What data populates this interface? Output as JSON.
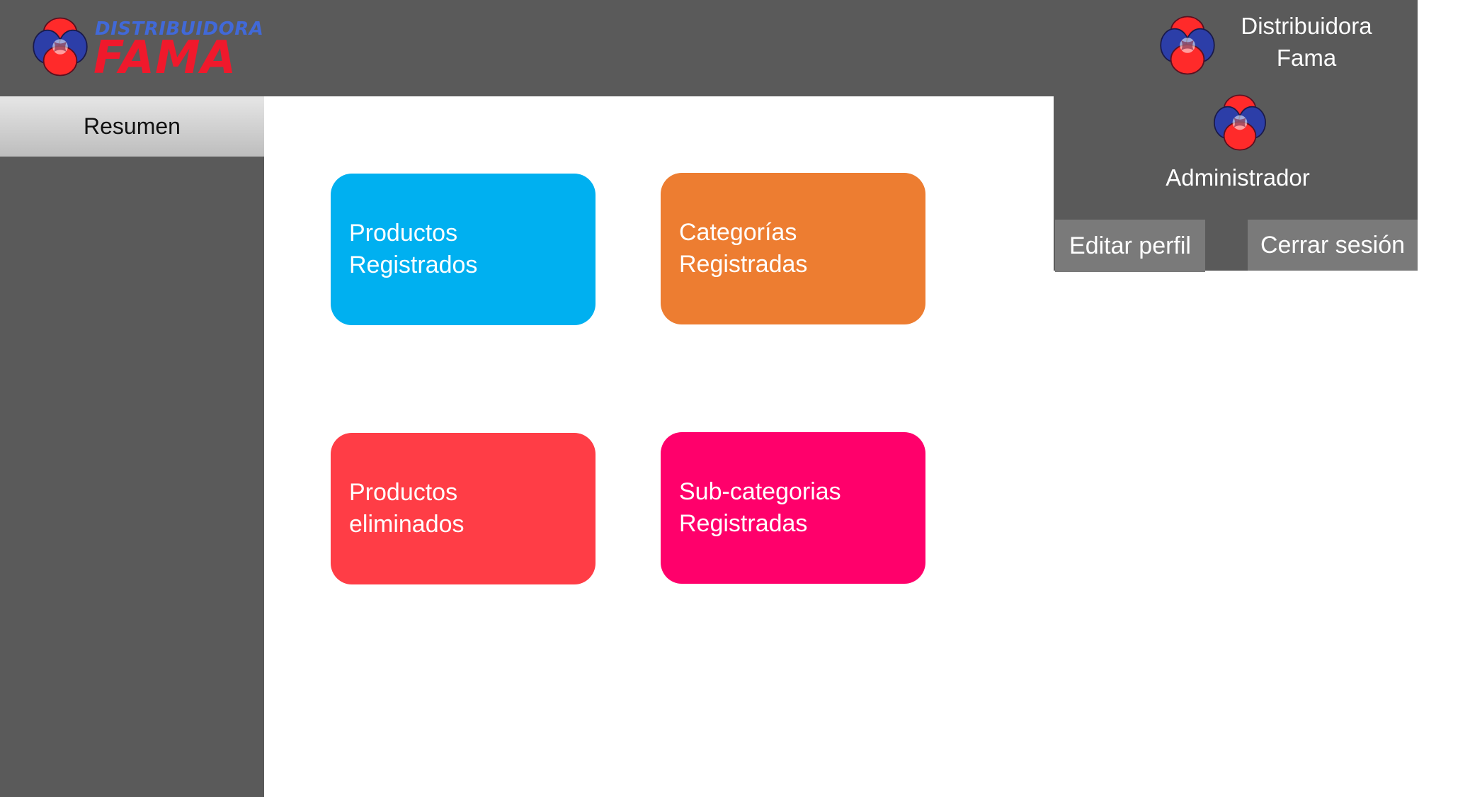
{
  "brand": {
    "line1": "DISTRIBUIDORA",
    "line2": "FAMA",
    "logo_icon": "fama-logo-icon"
  },
  "sidebar": {
    "items": [
      {
        "label": "Resumen"
      }
    ]
  },
  "user_panel": {
    "org_name_line1": "Distribuidora",
    "org_name_line2": "Fama",
    "role": "Administrador",
    "edit_profile_label": "Editar perfil",
    "logout_label": "Cerrar sesión"
  },
  "cards": [
    {
      "line1": "Productos",
      "line2": "Registrados",
      "color": "#00b0f0"
    },
    {
      "line1": "Categorías",
      "line2": "Registradas",
      "color": "#ed7d31"
    },
    {
      "line1": "Productos",
      "line2": "eliminados",
      "color": "#ff3d46"
    },
    {
      "line1": "Sub-categorias",
      "line2": "Registradas",
      "color": "#ff006b"
    }
  ],
  "colors": {
    "bar": "#5a5a5a",
    "button": "#7a7a7a",
    "logo_red": "#f0192c",
    "logo_blue": "#2b3aa8"
  }
}
